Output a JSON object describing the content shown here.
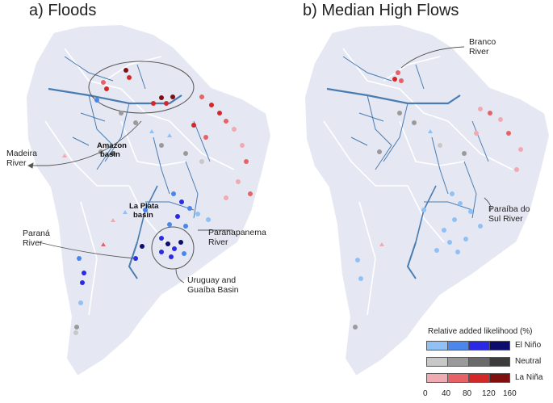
{
  "panels": {
    "a": {
      "title": "a) Floods"
    },
    "b": {
      "title": "b) Median High Flows"
    }
  },
  "labels": {
    "amazon_basin": "Amazon basin",
    "la_plata_basin": "La Plata basin",
    "madeira_river": "Madeira River",
    "parana_river": "Paraná River",
    "paranapanema_river": "Paranapanema River",
    "uruguay_guaiba": "Uruguay and Guaíba Basin",
    "branco_river": "Branco River",
    "paraiba_do_sul": "Paraíba do Sul River"
  },
  "legend": {
    "title": "Relative added likelihood (%)",
    "rows": [
      {
        "label": "El Niño",
        "colors": [
          "#90c0f4",
          "#4a86ec",
          "#2a2ae6",
          "#0d0d6e"
        ]
      },
      {
        "label": "Neutral",
        "colors": [
          "#c8c8c8",
          "#9a9a9a",
          "#6a6a6a",
          "#3c3c3c"
        ]
      },
      {
        "label": "La Niña",
        "colors": [
          "#f0aab2",
          "#e66266",
          "#d42828",
          "#801010"
        ]
      }
    ],
    "ticks": [
      "0",
      "40",
      "80",
      "120",
      "160"
    ]
  },
  "colors": {
    "land": "#e5e8f3",
    "river": "#4a7cb0",
    "coast": "#ffffff"
  }
}
